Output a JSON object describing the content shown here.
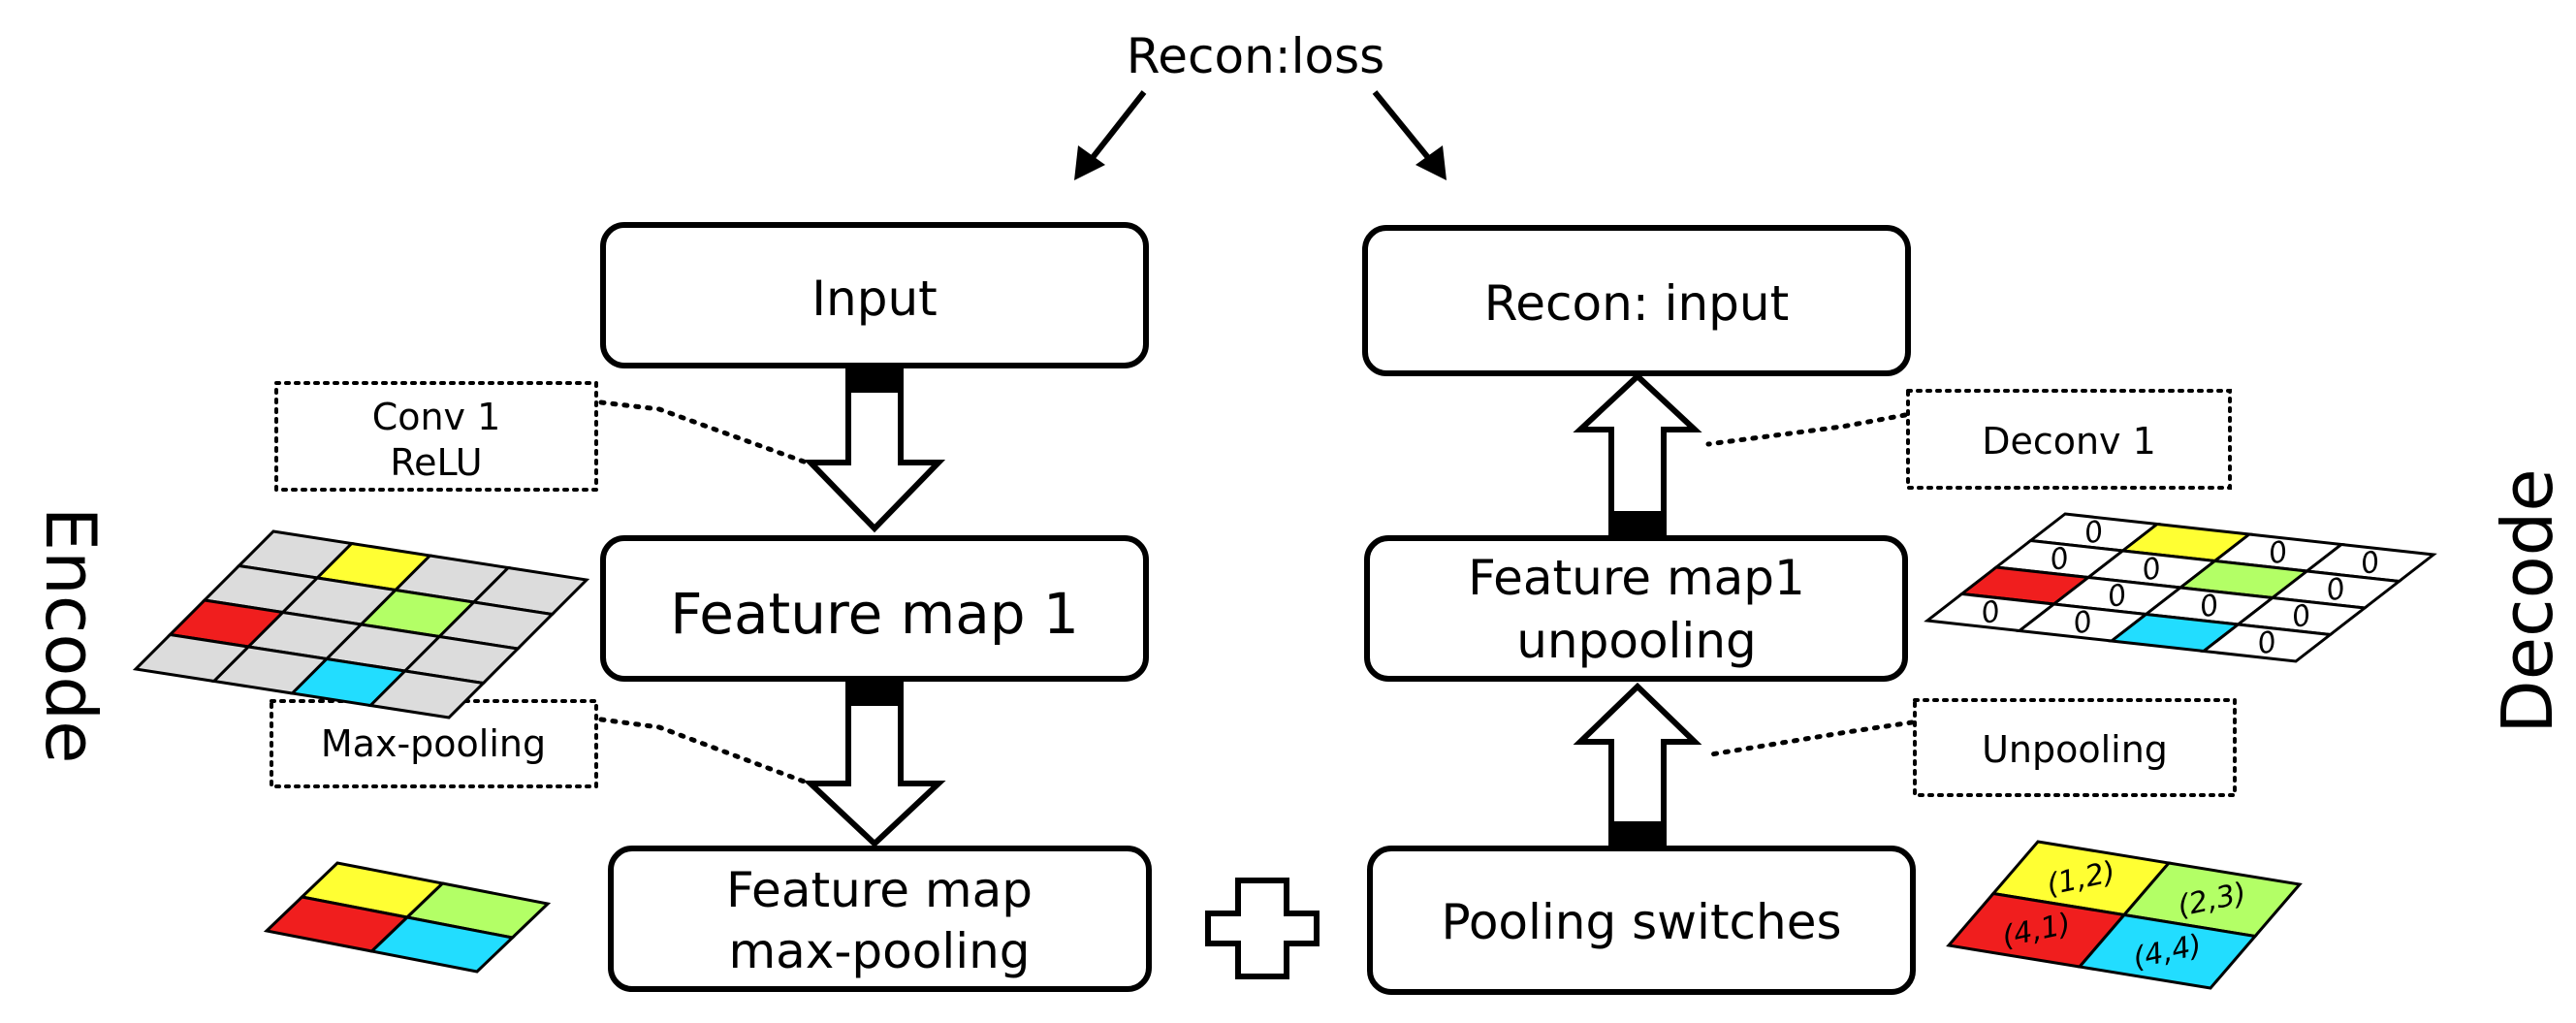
{
  "colors": {
    "gray": "#dcdcdc",
    "yellow": "#ffff33",
    "green": "#b3ff66",
    "red": "#f01e1e",
    "cyan": "#22ddff",
    "white": "#ffffff"
  },
  "labels": {
    "loss": "Recon:loss",
    "encode": "Encode",
    "decode": "Decode"
  },
  "nodes": {
    "input": [
      "Input"
    ],
    "feature_map_1": [
      "Feature map 1"
    ],
    "feature_map_maxpool": [
      "Feature map",
      "max-pooling"
    ],
    "recon_input": [
      "Recon: input"
    ],
    "feature_map1_unpool": [
      "Feature map1",
      "unpooling"
    ],
    "pooling_switches": [
      "Pooling switches"
    ]
  },
  "notes": {
    "conv": [
      "Conv 1",
      "ReLU"
    ],
    "maxpool": [
      "Max-pooling"
    ],
    "deconv": [
      "Deconv 1"
    ],
    "unpool": [
      "Unpooling"
    ]
  },
  "grids": {
    "feature_map_left": {
      "rows": 4,
      "cols": 4,
      "cells": [
        [
          "gray",
          "yellow",
          "gray",
          "gray"
        ],
        [
          "gray",
          "gray",
          "green",
          "gray"
        ],
        [
          "red",
          "gray",
          "gray",
          "gray"
        ],
        [
          "gray",
          "gray",
          "cyan",
          "gray"
        ]
      ]
    },
    "pooled_left": {
      "rows": 2,
      "cols": 2,
      "cells": [
        [
          "yellow",
          "green"
        ],
        [
          "red",
          "cyan"
        ]
      ]
    },
    "unpooled_right": {
      "rows": 4,
      "cols": 4,
      "cells": [
        [
          "white",
          "yellow",
          "white",
          "white"
        ],
        [
          "white",
          "white",
          "green",
          "white"
        ],
        [
          "red",
          "white",
          "white",
          "white"
        ],
        [
          "white",
          "white",
          "cyan",
          "white"
        ]
      ],
      "text": [
        [
          "0",
          "",
          "0",
          "0"
        ],
        [
          "0",
          "0",
          "",
          "0"
        ],
        [
          "",
          "0",
          "0",
          "0"
        ],
        [
          "0",
          "0",
          "",
          "0"
        ]
      ]
    },
    "switches_right": {
      "rows": 2,
      "cols": 2,
      "cells": [
        [
          "yellow",
          "green"
        ],
        [
          "red",
          "cyan"
        ]
      ],
      "text": [
        [
          "(1,2)",
          "(2,3)"
        ],
        [
          "(4,1)",
          "(4,4)"
        ]
      ]
    }
  }
}
